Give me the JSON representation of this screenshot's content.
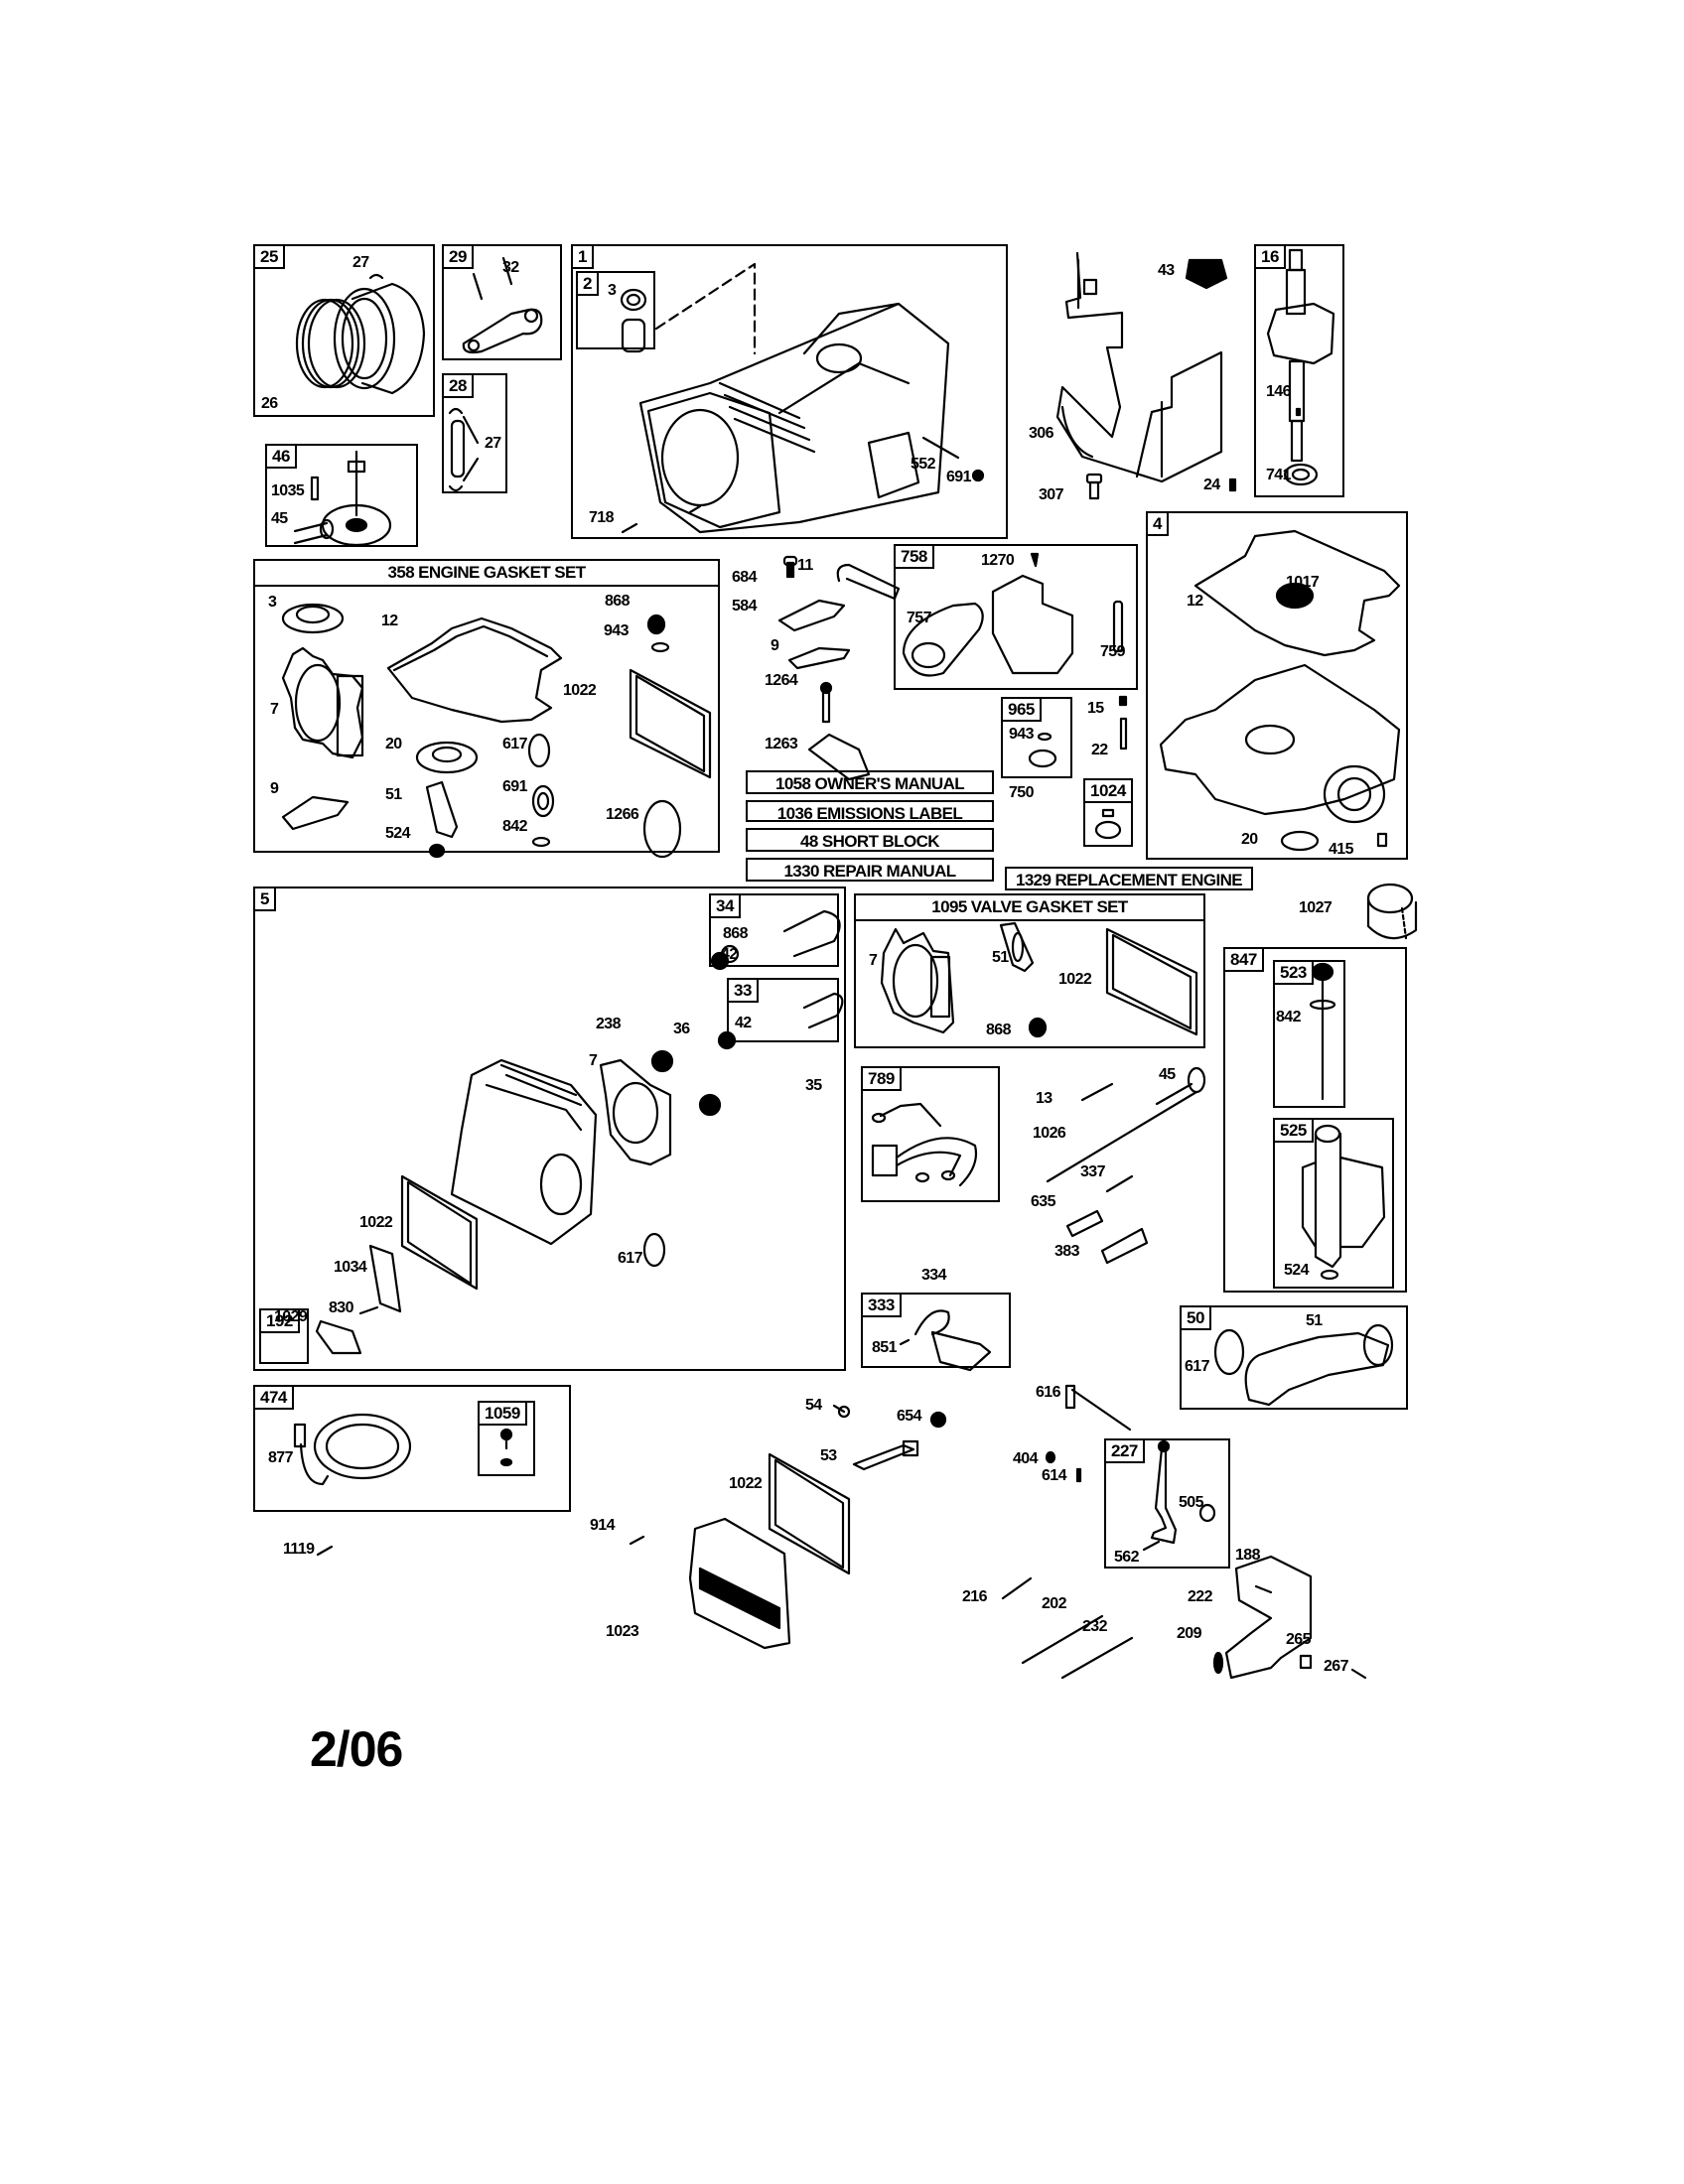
{
  "document": {
    "type": "Engine parts exploded diagram",
    "date_code": "2/06"
  },
  "kits": {
    "engine_gasket_set": "358 ENGINE GASKET SET",
    "valve_gasket_set": "1095 VALVE GASKET SET"
  },
  "label_boxes": {
    "owners_manual": "1058 OWNER'S MANUAL",
    "emissions_label": "1036 EMISSIONS LABEL",
    "short_block": "48 SHORT BLOCK",
    "repair_manual": "1330 REPAIR MANUAL",
    "replacement_engine": "1329 REPLACEMENT ENGINE"
  },
  "boxes": {
    "b25": "25",
    "b29": "29",
    "b28": "28",
    "b46": "46",
    "b1": "1",
    "b2": "2",
    "b16": "16",
    "b758": "758",
    "b4": "4",
    "b965": "965",
    "b1024": "1024",
    "b5": "5",
    "b34": "34",
    "b33": "33",
    "b192": "192",
    "b789": "789",
    "b847": "847",
    "b523": "523",
    "b525": "525",
    "b333": "333",
    "b50": "50",
    "b474": "474",
    "b1059": "1059",
    "b227": "227"
  },
  "parts": {
    "p27a": "27",
    "p26": "26",
    "p32": "32",
    "p27b": "27",
    "p1035": "1035",
    "p45a": "45",
    "p3a": "3",
    "p718": "718",
    "p552": "552",
    "p691a": "691",
    "p43": "43",
    "p306": "306",
    "p307": "307",
    "p24": "24",
    "p146": "146",
    "p741": "741",
    "g3": "3",
    "g12": "12",
    "g868": "868",
    "g943": "943",
    "g7": "7",
    "g1022": "1022",
    "g20": "20",
    "g617": "617",
    "g9": "9",
    "g51": "51",
    "g691": "691",
    "g1266": "1266",
    "g524": "524",
    "g842": "842",
    "p684": "684",
    "p11": "11",
    "p584": "584",
    "p9": "9",
    "p1264": "1264",
    "p1263": "1263",
    "p1270": "1270",
    "p757": "757",
    "p759": "759",
    "p943b": "943",
    "p750": "750",
    "p15": "15",
    "p22": "22",
    "p1017": "1017",
    "p12b": "12",
    "p20b": "20",
    "p415": "415",
    "p1027": "1027",
    "p868c": "868",
    "p42a": "42",
    "p42b": "42",
    "p238": "238",
    "p36": "36",
    "p35": "35",
    "p7c": "7",
    "p1022c": "1022",
    "p617c": "617",
    "p1034": "1034",
    "p830": "830",
    "p1029": "1029",
    "v7": "7",
    "v51": "51",
    "v1022": "1022",
    "v868": "868",
    "p13": "13",
    "p45b": "45",
    "p1026": "1026",
    "p337": "337",
    "p635": "635",
    "p383": "383",
    "p842b": "842",
    "p524b": "524",
    "p334": "334",
    "p851": "851",
    "p616": "616",
    "p617d": "617",
    "p51d": "51",
    "p877": "877",
    "p1119": "1119",
    "p54": "54",
    "p654": "654",
    "p53": "53",
    "p1022d": "1022",
    "p914": "914",
    "p1023": "1023",
    "p404": "404",
    "p614": "614",
    "p505": "505",
    "p562": "562",
    "p188": "188",
    "p216": "216",
    "p202": "202",
    "p232": "232",
    "p222": "222",
    "p209": "209",
    "p265": "265",
    "p267": "267"
  }
}
